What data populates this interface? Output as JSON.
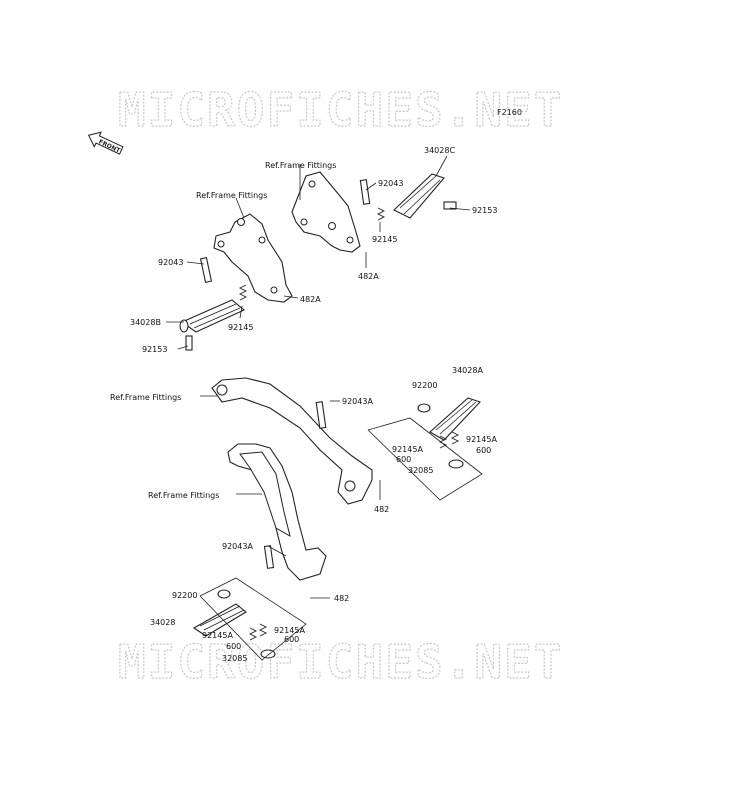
{
  "watermark": {
    "top": "MICROFICHES.NET",
    "bottom": "MICROFICHES.NET"
  },
  "figure_code": "F2160",
  "front_arrow": "FRONT",
  "labels": {
    "ref_ff_1": "Ref.Frame Fittings",
    "ref_ff_2": "Ref.Frame Fittings",
    "ref_ff_3": "Ref.Frame Fittings",
    "ref_ff_4": "Ref.Frame Fittings",
    "p34028C": "34028C",
    "p92043_r": "92043",
    "p92153_r": "92153",
    "p92145_r": "92145",
    "p482A_r": "482A",
    "p92043_l": "92043",
    "p482A_l": "482A",
    "p34028B": "34028B",
    "p92145_l": "92145",
    "p92153_l": "92153",
    "p92043A_r": "92043A",
    "p92200_r": "92200",
    "p34028A": "34028A",
    "p92145A_r1": "92145A",
    "p92145A_r2": "92145A",
    "p600_r1": "600",
    "p600_r2": "600",
    "p32085_r": "32085",
    "p482_r": "482",
    "p92043A_l": "92043A",
    "p482_l": "482",
    "p92200_l": "92200",
    "p34028": "34028",
    "p92145A_l1": "92145A",
    "p92145A_l2": "92145A",
    "p600_l1": "600",
    "p600_l2": "600",
    "p32085_l": "32085"
  }
}
